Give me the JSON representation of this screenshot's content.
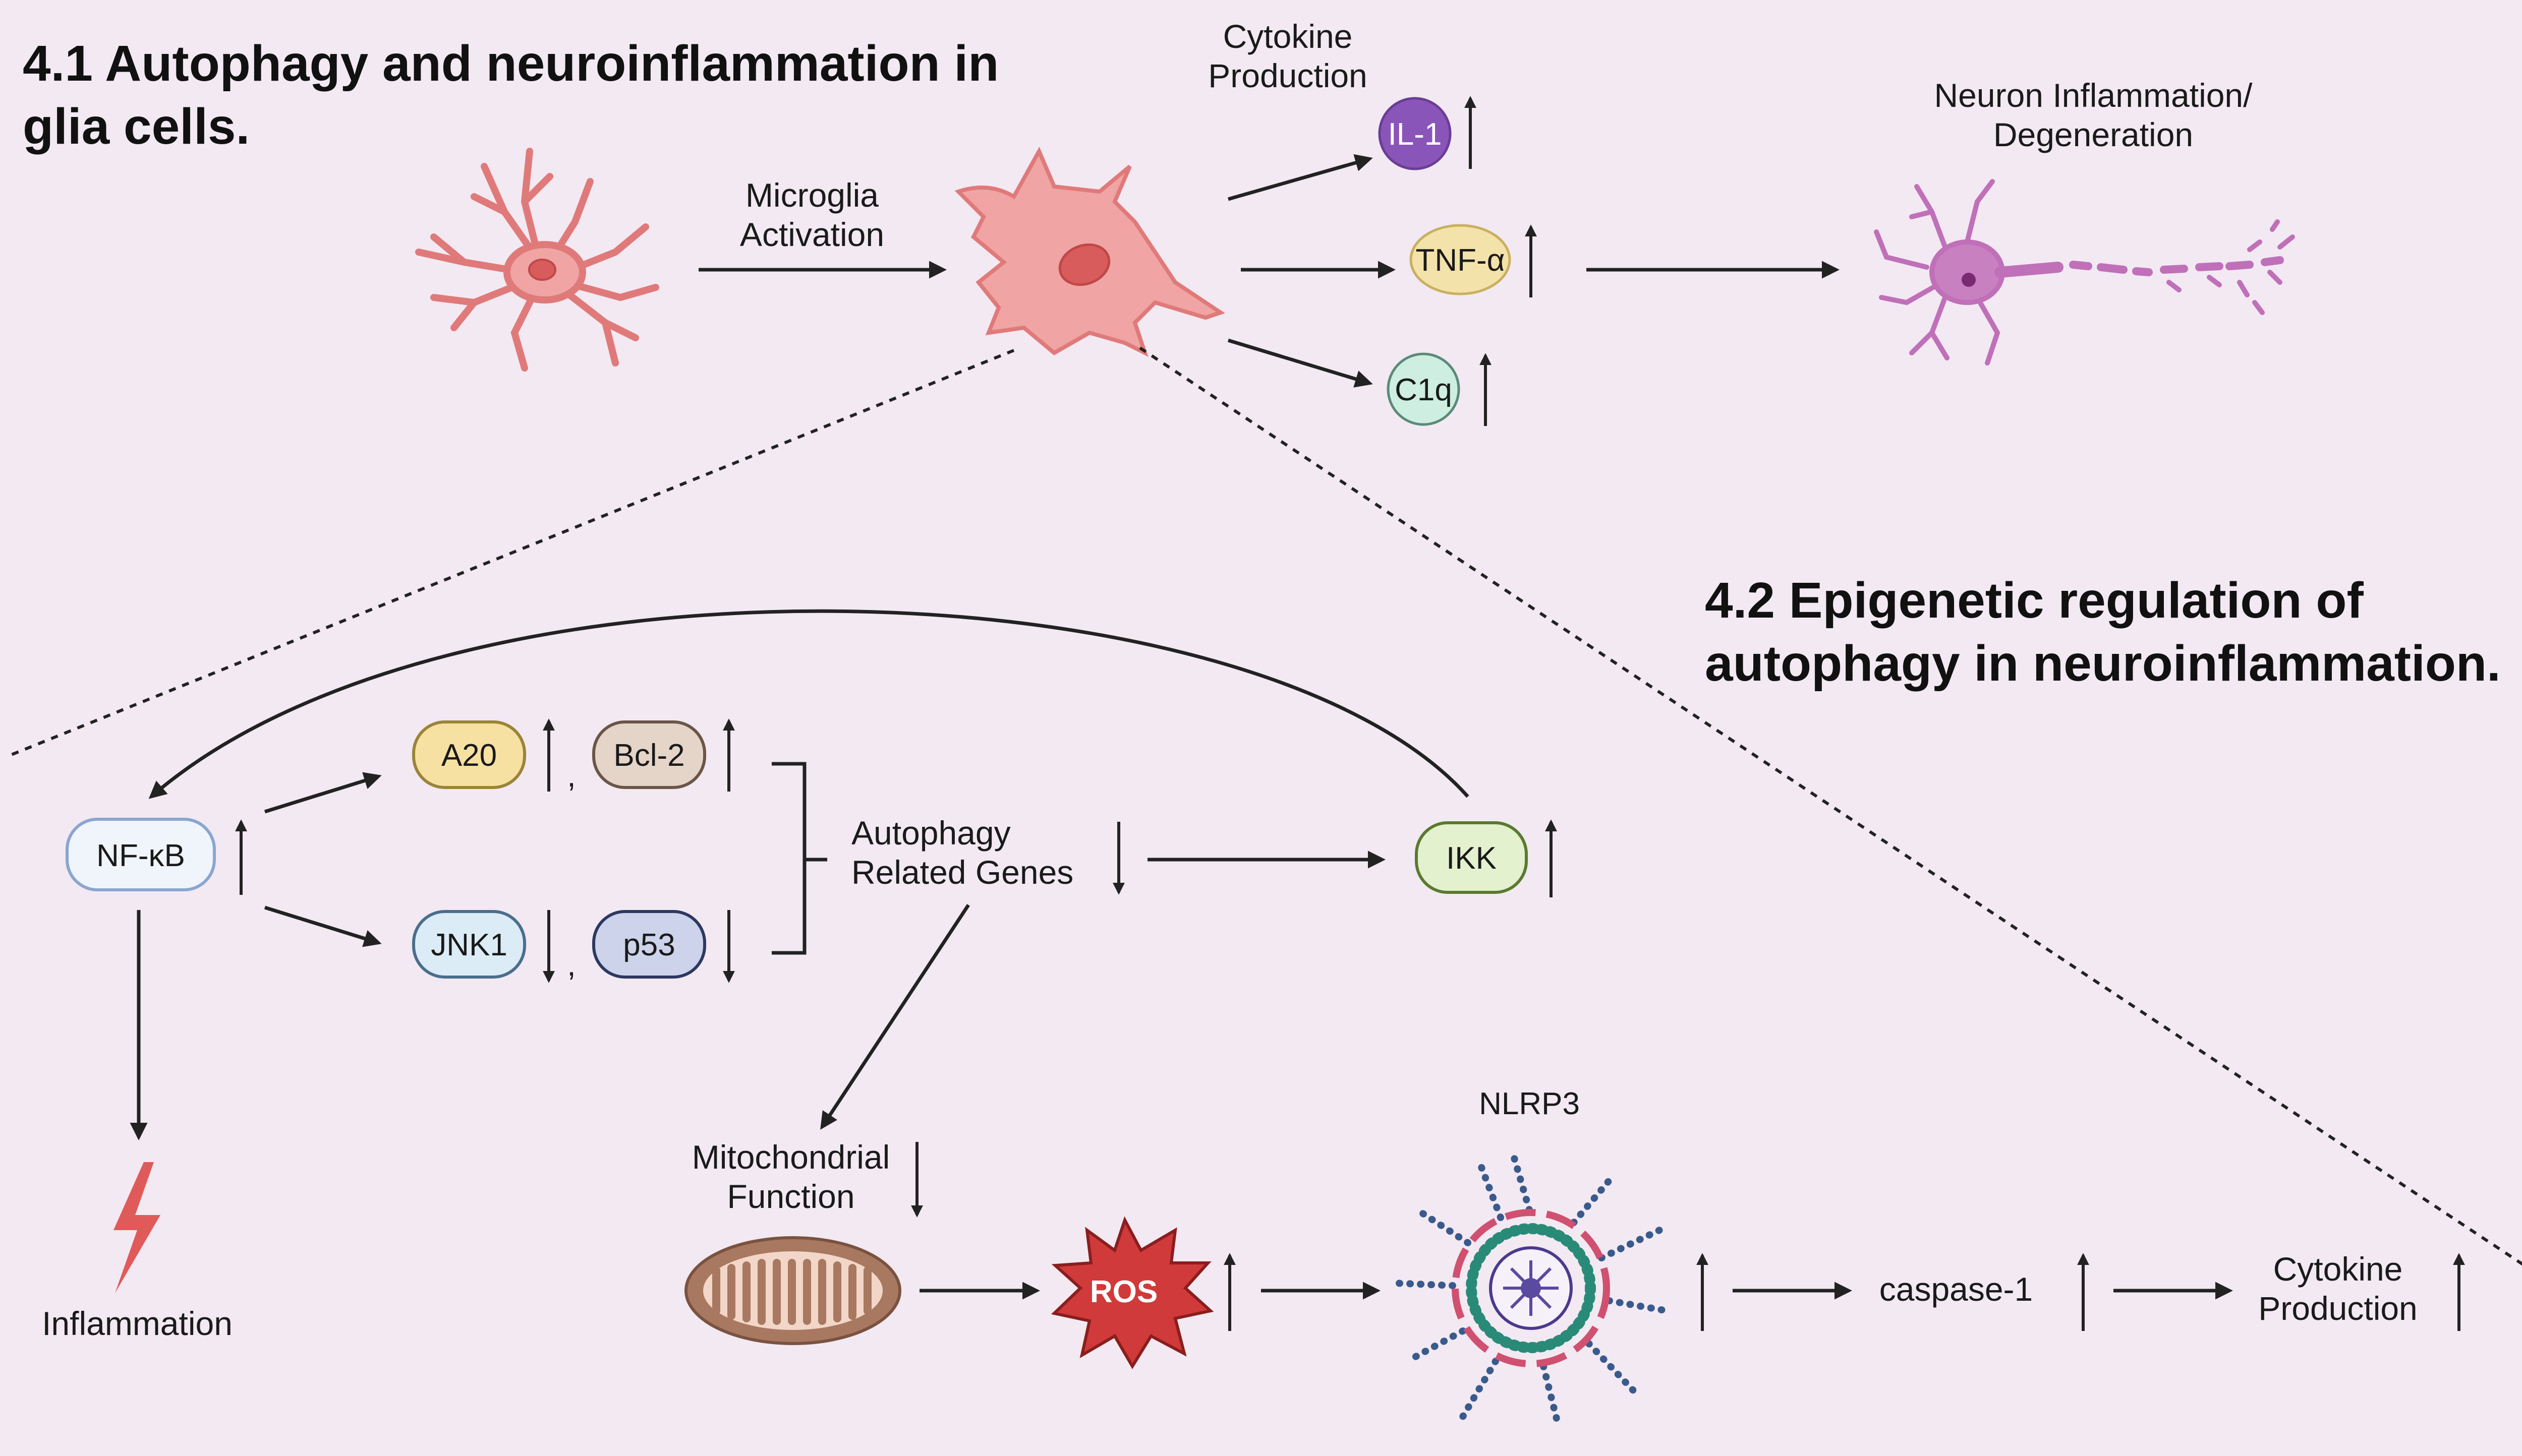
{
  "section1": {
    "title_line1": "4.1 Autophagy and neuroinflammation in",
    "title_line2": "glia cells."
  },
  "section2": {
    "title_line1": "4.2 Epigenetic regulation of",
    "title_line2": "autophagy in neuroinflammation."
  },
  "top": {
    "microglia_activation": [
      "Microglia",
      "Activation"
    ],
    "cytokine_production": [
      "Cytokine",
      "Production"
    ],
    "il1": "IL-1",
    "tnfa": "TNF-α",
    "c1q": "C1q",
    "neuron": [
      "Neuron Inflammation/",
      "Degeneration"
    ]
  },
  "bottom": {
    "nfkb": "NF-κB",
    "a20": "A20",
    "bcl2": "Bcl-2",
    "jnk1": "JNK1",
    "p53": "p53",
    "separator": ",",
    "autophagy_genes": [
      "Autophagy",
      "Related Genes"
    ],
    "ikk": "IKK",
    "inflammation": "Inflammation",
    "mito_function": [
      "Mitochondrial",
      "Function"
    ],
    "ros": "ROS",
    "nlrp3": "NLRP3",
    "caspase": "caspase-1",
    "cytokine_production": [
      "Cytokine",
      "Production"
    ]
  },
  "colors": {
    "background": "#f2e9f2",
    "il1_fill": "#8a55b8",
    "tnfa_fill": "#f3e2a9",
    "c1q_fill": "#cdeee0",
    "a20_fill": "#f6e1a2",
    "bcl2_fill": "#e5d4c8",
    "jnk1_fill": "#dcecf7",
    "p53_fill": "#cdd3ea",
    "ikk_fill": "#e3f1cf",
    "nfkb_fill": "#f0f4fb",
    "glia_fill": "#f0a4a4",
    "neuron_fill": "#c880c0",
    "ros_fill": "#d13a3a",
    "lightning_fill": "#e05a5a"
  }
}
